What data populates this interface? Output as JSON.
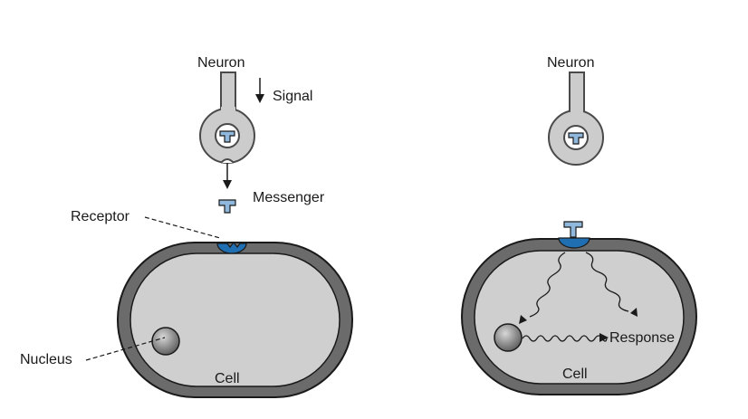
{
  "left_panel": {
    "neuron_label": "Neuron",
    "signal_label": "Signal",
    "messenger_label": "Messenger",
    "receptor_label": "Receptor",
    "nucleus_label": "Nucleus",
    "cell_label": "Cell"
  },
  "right_panel": {
    "neuron_label": "Neuron",
    "response_label": "Response",
    "cell_label": "Cell"
  },
  "colors": {
    "membrane": "#6b6b6b",
    "cytoplasm": "#cfcfcf",
    "neuron_fill": "#cccccc",
    "neuron_stroke": "#4a4a4a",
    "receptor": "#1f6fb2",
    "messenger": "#8fb8dc",
    "outline": "#1a1a1a"
  }
}
